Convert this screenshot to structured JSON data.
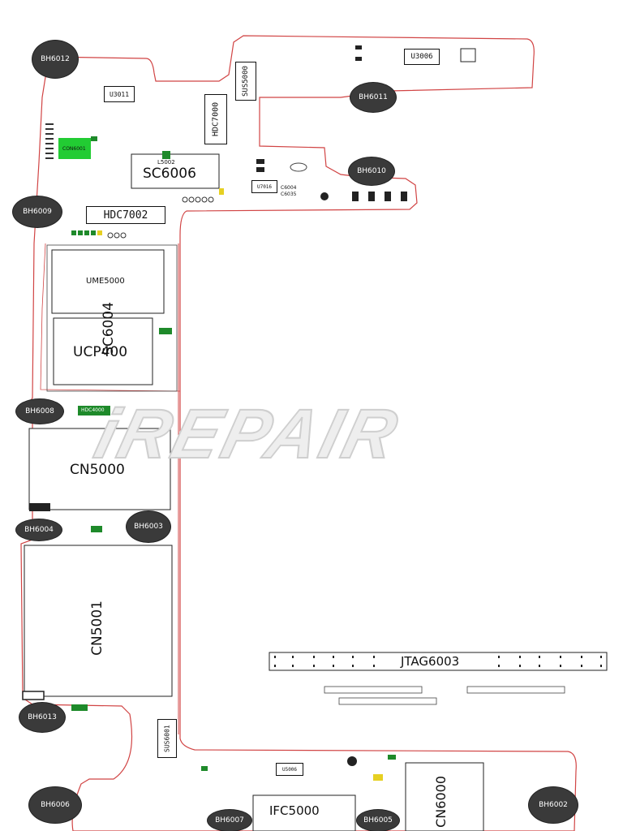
{
  "watermark": "iREPAIR",
  "holes": {
    "bh6012": "BH6012",
    "bh6011": "BH6011",
    "bh6010": "BH6010",
    "bh6009": "BH6009",
    "bh6008": "BH6008",
    "bh6004": "BH6004",
    "bh6003": "BH6003",
    "bh6013": "BH6013",
    "bh6006": "BH6006",
    "bh6007": "BH6007",
    "bh6005": "BH6005",
    "bh6002": "BH6002"
  },
  "components": {
    "u3006": "U3006",
    "u3011": "U3011",
    "sus5000": "SUS5000",
    "hdc7000": "HDC7000",
    "con6001": "CON6001",
    "l5002": "L5002",
    "sc6006": "SC6006",
    "u7016": "U7016",
    "c6004": "C6004",
    "c6035": "C6035",
    "hdc7002": "HDC7002",
    "ume5000": "UME5000",
    "sc6004": "SC6004",
    "ucp400": "UCP400",
    "hdc4000": "HDC4000",
    "cn5000": "CN5000",
    "cn5001": "CN5001",
    "jtag6003": "JTAG6003",
    "sus6001": "SUS6001",
    "u5006": "U5006",
    "ifc5000": "IFC5000",
    "cn6000": "CN6000"
  }
}
